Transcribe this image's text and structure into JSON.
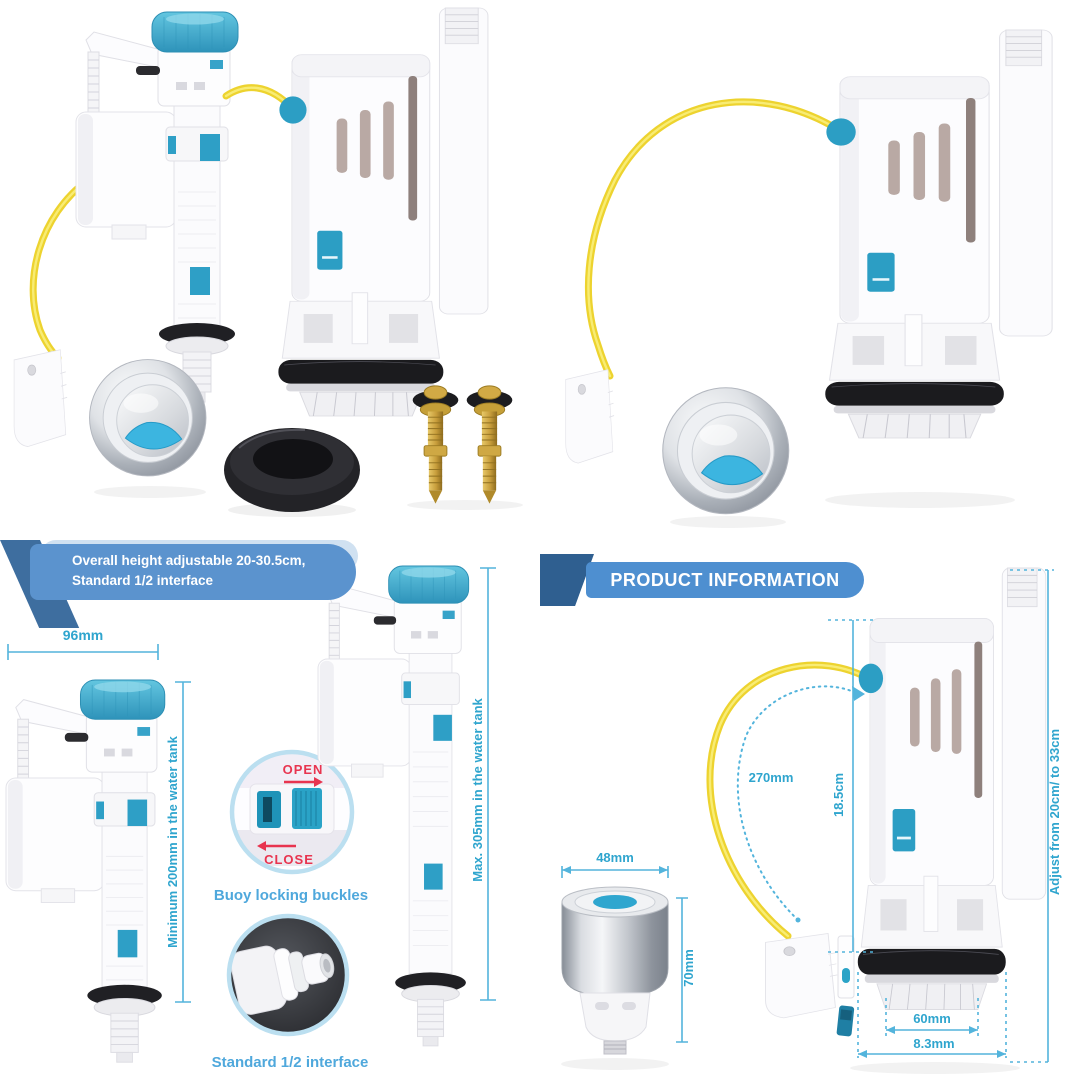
{
  "colors": {
    "banner_blue": "#5B93CE",
    "banner_dark_accent": "#3E6E9F",
    "info_banner_blue": "#4E8FD0",
    "info_banner_dark_accent": "#2F5F90",
    "dimension_teal": "#2FA5CE",
    "caption_blue": "#4FA8DC",
    "warning_red": "#E8344F",
    "cable_yellow": "#EDD32F",
    "valve_cap_blue": "#3BA6CD",
    "clip_blue": "#2E9FC6",
    "chrome_gray": "#C3C7CD",
    "brass_gold": "#C79D3B",
    "gasket_black": "#1B1B1E"
  },
  "dimensions_panel": {
    "banner": {
      "line1": "Overall height adjustable 20-30.5cm,",
      "line2": "Standard 1/2 interface"
    },
    "labels": {
      "valve_width": "96mm",
      "min_height": "Minimum 200mm in the water tank",
      "max_height": "Max. 305mm in the water tank"
    },
    "insets": [
      {
        "open_label": "OPEN",
        "close_label": "CLOSE",
        "caption": "Buoy locking buckles"
      },
      {
        "caption": "Standard 1/2 interface"
      }
    ]
  },
  "product_info_panel": {
    "banner": "PRODUCT INFORMATION",
    "labels": {
      "button_diameter": "48mm",
      "button_height": "70mm",
      "cable_length": "270mm",
      "valve_height": "18.5cm",
      "adjust_range": "Adjust from 20cm/ to 33cm",
      "outlet_diameter": "60mm",
      "flange_diameter": "8.3mm"
    }
  }
}
